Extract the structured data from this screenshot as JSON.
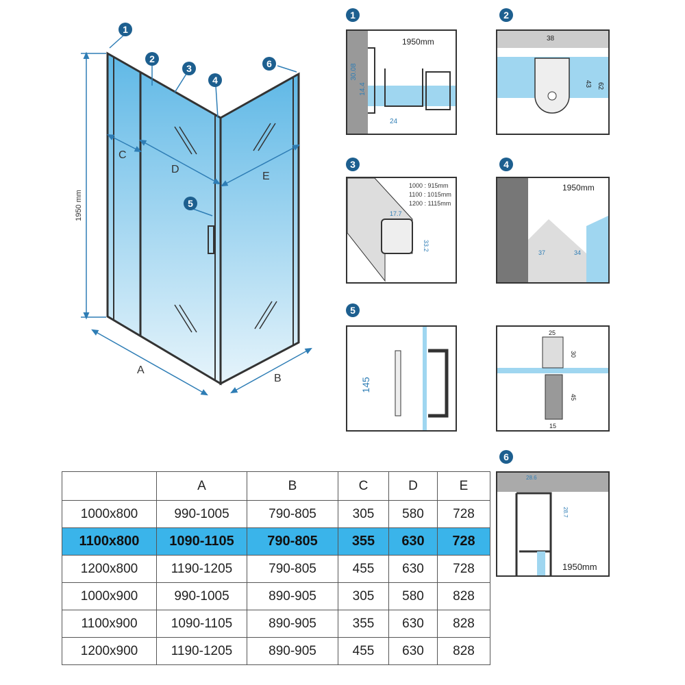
{
  "main_drawing": {
    "height_label": "1950 mm",
    "dim_labels": {
      "A": "A",
      "B": "B",
      "C": "C",
      "D": "D",
      "E": "E"
    },
    "callouts": [
      "1",
      "2",
      "3",
      "4",
      "5",
      "6"
    ]
  },
  "details": [
    {
      "id": "1",
      "labels": [
        "1950mm",
        "30.08",
        "14.4",
        "24"
      ]
    },
    {
      "id": "2",
      "labels": [
        "38",
        "43",
        "62"
      ]
    },
    {
      "id": "3",
      "labels": [
        "1000 : 915mm",
        "1100 : 1015mm",
        "1200 : 1115mm",
        "17.7",
        "33.2"
      ]
    },
    {
      "id": "4",
      "labels": [
        "1950mm",
        "37",
        "34"
      ]
    },
    {
      "id": "5",
      "labels": [
        "145"
      ]
    },
    {
      "id": "hinge",
      "labels": [
        "25",
        "30",
        "45",
        "15"
      ]
    },
    {
      "id": "6",
      "labels": [
        "28.6",
        "28.7",
        "1950mm"
      ]
    }
  ],
  "table": {
    "headers": [
      "",
      "A",
      "B",
      "C",
      "D",
      "E"
    ],
    "rows": [
      [
        "1000x800",
        "990-1005",
        "790-805",
        "305",
        "580",
        "728"
      ],
      [
        "1100x800",
        "1090-1105",
        "790-805",
        "355",
        "630",
        "728"
      ],
      [
        "1200x800",
        "1190-1205",
        "790-805",
        "455",
        "630",
        "728"
      ],
      [
        "1000x900",
        "990-1005",
        "890-905",
        "305",
        "580",
        "828"
      ],
      [
        "1100x900",
        "1090-1105",
        "890-905",
        "355",
        "630",
        "828"
      ],
      [
        "1200x900",
        "1190-1205",
        "890-905",
        "455",
        "630",
        "828"
      ]
    ],
    "highlight_color": "#3ab4ea"
  },
  "colors": {
    "badge": "#1d5f8f",
    "glass": "#7ec8ec",
    "dim": "#2e7db5"
  }
}
